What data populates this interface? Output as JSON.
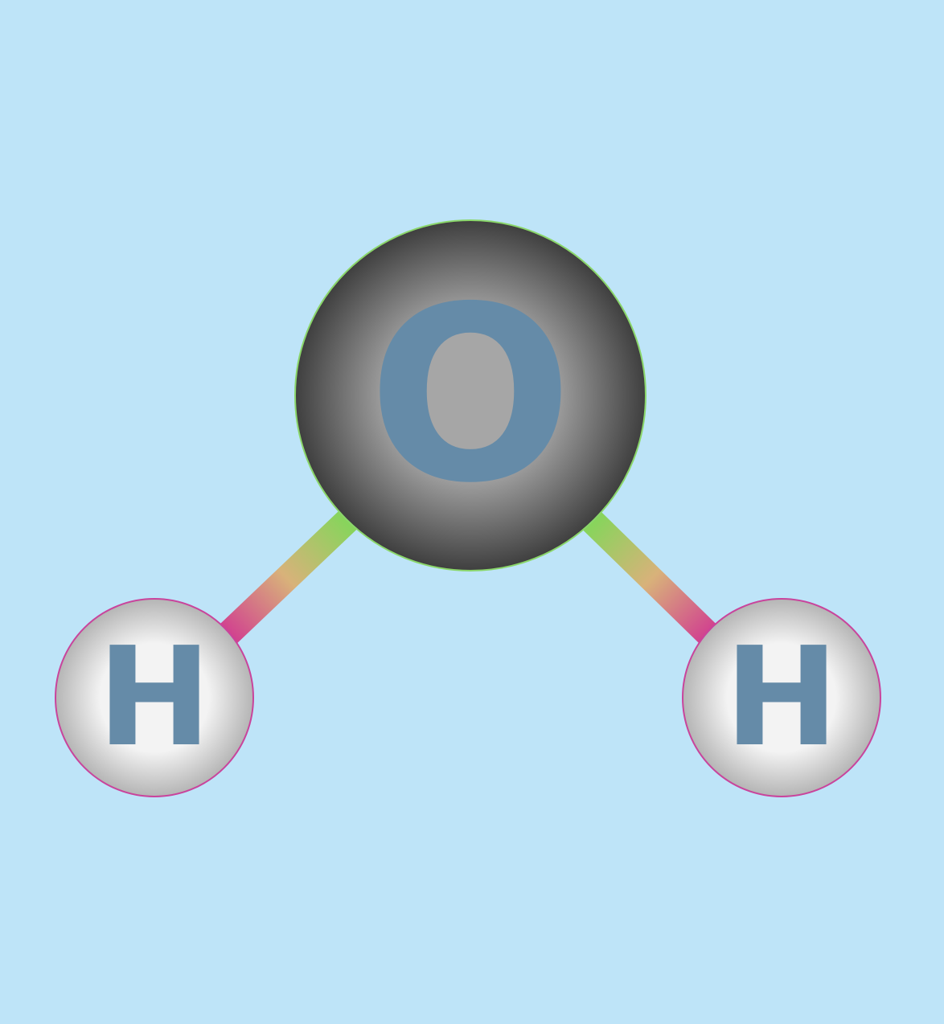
{
  "background_color": "#bee4f8",
  "molecule": {
    "atoms": [
      {
        "id": "oxygen",
        "symbol": "O",
        "fill_center": "#a6a6a6",
        "fill_edge": "#3f3f3f",
        "outline_color": "#8ad66a",
        "label_color": "#658ba8"
      },
      {
        "id": "hydrogen-left",
        "symbol": "H",
        "fill_center": "#f3f3f3",
        "fill_edge": "#b5b5b5",
        "outline_color": "#c9449c",
        "label_color": "#658ba8"
      },
      {
        "id": "hydrogen-right",
        "symbol": "H",
        "fill_center": "#f3f3f3",
        "fill_edge": "#b5b5b5",
        "outline_color": "#c9449c",
        "label_color": "#658ba8"
      }
    ],
    "bonds": [
      {
        "from": "oxygen",
        "to": "hydrogen-left",
        "color_oxygen_end": "#88d45c",
        "color_middle": "#d8b27a",
        "color_hydrogen_end": "#d1418f"
      },
      {
        "from": "oxygen",
        "to": "hydrogen-right",
        "color_oxygen_end": "#88d45c",
        "color_middle": "#d8b27a",
        "color_hydrogen_end": "#d1418f"
      }
    ]
  }
}
